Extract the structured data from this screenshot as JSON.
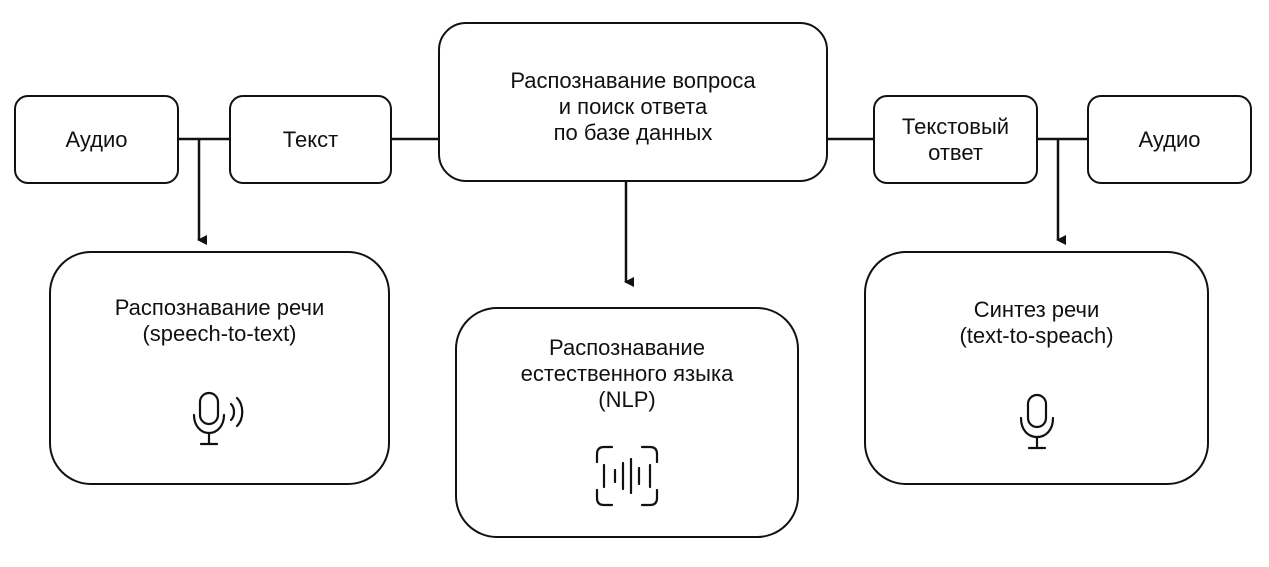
{
  "flow": {
    "input_audio": "Аудио",
    "input_text": "Текст",
    "core": "Распознавание вопроса\nи поиск ответа\nпо базе данных",
    "text_answer": "Текстовый\nответ",
    "output_audio": "Аудио"
  },
  "stages": [
    {
      "title": "Распознавание речи\n(speech-to-text)",
      "icon": "microphone-sound-icon"
    },
    {
      "title": "Распознавание\nестественного языка\n(NLP)",
      "icon": "voice-recognition-icon"
    },
    {
      "title": "Синтез речи\n(text-to-speach)",
      "icon": "microphone-icon"
    }
  ],
  "colors": {
    "stroke": "#111111",
    "background": "#ffffff"
  }
}
